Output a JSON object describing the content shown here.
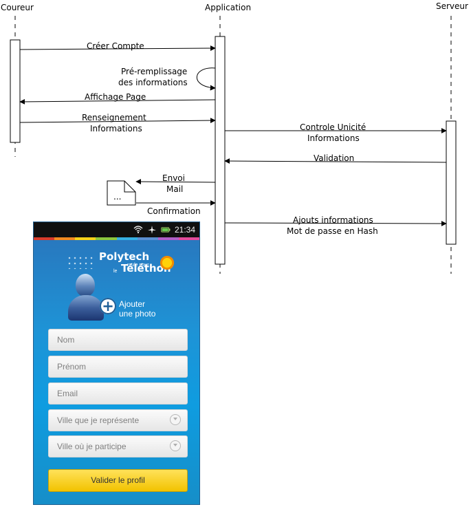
{
  "participants": [
    {
      "name": "Coureur"
    },
    {
      "name": "Application"
    },
    {
      "name": "Serveur"
    }
  ],
  "messages": [
    {
      "from": "Coureur",
      "to": "Application",
      "lines": [
        "Créer Compte"
      ]
    },
    {
      "from": "Application",
      "to": "Application",
      "lines": [
        "Pré-remplissage",
        "des informations"
      ]
    },
    {
      "from": "Application",
      "to": "Coureur",
      "lines": [
        "Affichage Page"
      ]
    },
    {
      "from": "Coureur",
      "to": "Application",
      "lines": [
        "Renseignement",
        "Informations"
      ]
    },
    {
      "from": "Application",
      "to": "Serveur",
      "lines": [
        "Controle Unicité",
        "Informations"
      ]
    },
    {
      "from": "Serveur",
      "to": "Application",
      "lines": [
        "Validation"
      ]
    },
    {
      "from": "Application",
      "to": "Mail",
      "lines": [
        "Envoi",
        "Mail"
      ]
    },
    {
      "from": "Mail",
      "to": "Application",
      "lines": [
        "Confirmation"
      ]
    },
    {
      "from": "Application",
      "to": "Serveur",
      "lines": [
        "Ajouts informations",
        "Mot de passe en Hash"
      ]
    }
  ],
  "mail_note": "...",
  "phone": {
    "status": {
      "time": "21:34"
    },
    "brand": {
      "line1": "Polytech",
      "line2": "roule pour",
      "line3": "le",
      "line4": "Téléthon"
    },
    "add_photo": {
      "line1": "Ajouter",
      "line2": "une photo"
    },
    "fields": {
      "nom": "Nom",
      "prenom": "Prénom",
      "email": "Email",
      "ville_representee": "Ville que je représente",
      "ville_participation": "Ville où je participe"
    },
    "submit": "Valider le profil"
  },
  "colors": {
    "strip": [
      "#d93b2b",
      "#f28a21",
      "#f7d21a",
      "#8cc63f",
      "#36b0e3",
      "#5b8fd2",
      "#b05fc7",
      "#e34b9b"
    ],
    "phone_bg": "#1e93d6",
    "button": "#f2c300"
  },
  "icons": [
    "wifi-icon",
    "airplane-icon",
    "battery-icon",
    "user-avatar-icon",
    "plus-icon",
    "chevron-down-icon",
    "note-icon"
  ]
}
